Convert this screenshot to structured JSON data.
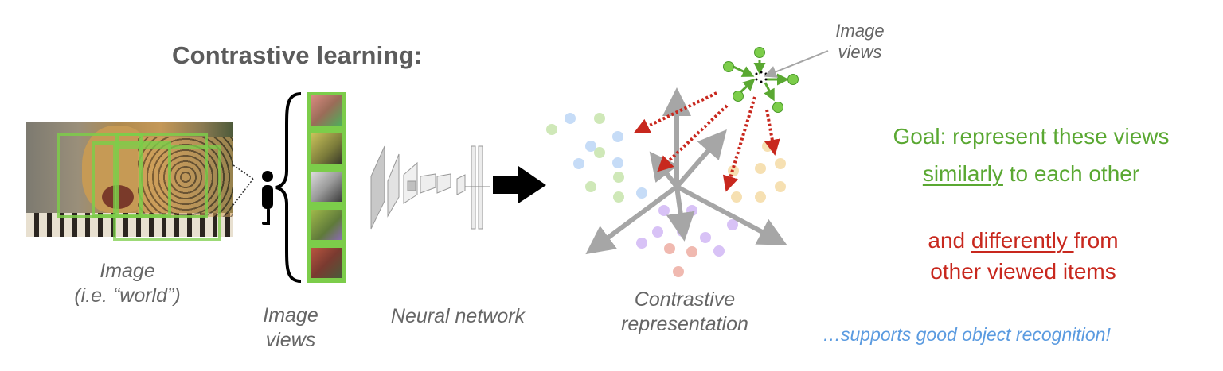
{
  "title": "Contrastive learning:",
  "labels": {
    "image_line1": "Image",
    "image_line2": "(i.e. “world”)",
    "views_line1": "Image",
    "views_line2": "views",
    "network": "Neural network",
    "repr_line1": "Contrastive",
    "repr_line2": "representation",
    "callout_line1": "Image",
    "callout_line2": "views"
  },
  "goal": {
    "line1": "Goal:  represent these views",
    "underlined": "similarly",
    "line2_rest": " to each other",
    "neg_prefix": "and ",
    "neg_underlined": "differently ",
    "neg_rest": "from",
    "neg_line2": "other viewed items",
    "supports": "…supports good object recognition!"
  },
  "view_tints": [
    "#d98a80",
    "#c9c25a",
    "#bdbdbd",
    "#9fb84a",
    "#b8553f"
  ],
  "colors": {
    "green": "#5aa832",
    "view_green": "#7ccd4a",
    "red": "#c8281e",
    "blue_text": "#5b9be0",
    "axis_gray": "#a6a6a6",
    "cluster_green": "#cfe8b8",
    "cluster_blue": "#c6dcf7",
    "cluster_orange": "#f6e0b2",
    "cluster_purple": "#d8c2f6",
    "cluster_red": "#f0b9b0"
  },
  "icons": [
    "person-icon",
    "curly-brace-icon",
    "right-arrow-icon",
    "neural-network-icon"
  ]
}
